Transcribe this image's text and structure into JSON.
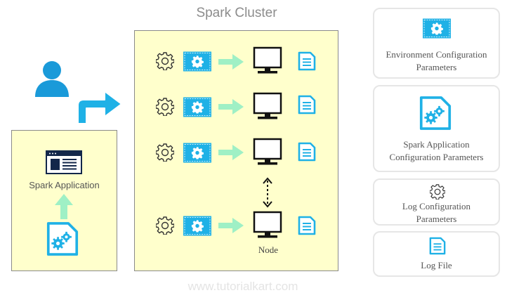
{
  "cluster": {
    "title": "Spark Cluster",
    "node_label": "Node"
  },
  "application": {
    "label": "Spark Application"
  },
  "legend": {
    "environment": [
      "Environment Configuration",
      "Parameters"
    ],
    "spark_config": [
      "Spark Application",
      "Configuration Parameters"
    ],
    "log_config": [
      "Log Configuration",
      "Parameters"
    ],
    "log_file": "Log File"
  },
  "watermark": "www.tutorialkart.com",
  "colors": {
    "accent_blue": "#1fb1e6",
    "arrow_green": "#9ff0c5",
    "panel_yellow": "#ffffcc",
    "user_blue": "#1a9ad9"
  },
  "icons": [
    "gear-outline-icon",
    "config-panel-icon",
    "right-arrow-icon",
    "monitor-icon",
    "document-icon",
    "user-icon",
    "turn-arrow-icon",
    "gear-document-icon",
    "browser-window-icon",
    "up-arrow-icon",
    "vertical-dots-icon"
  ]
}
